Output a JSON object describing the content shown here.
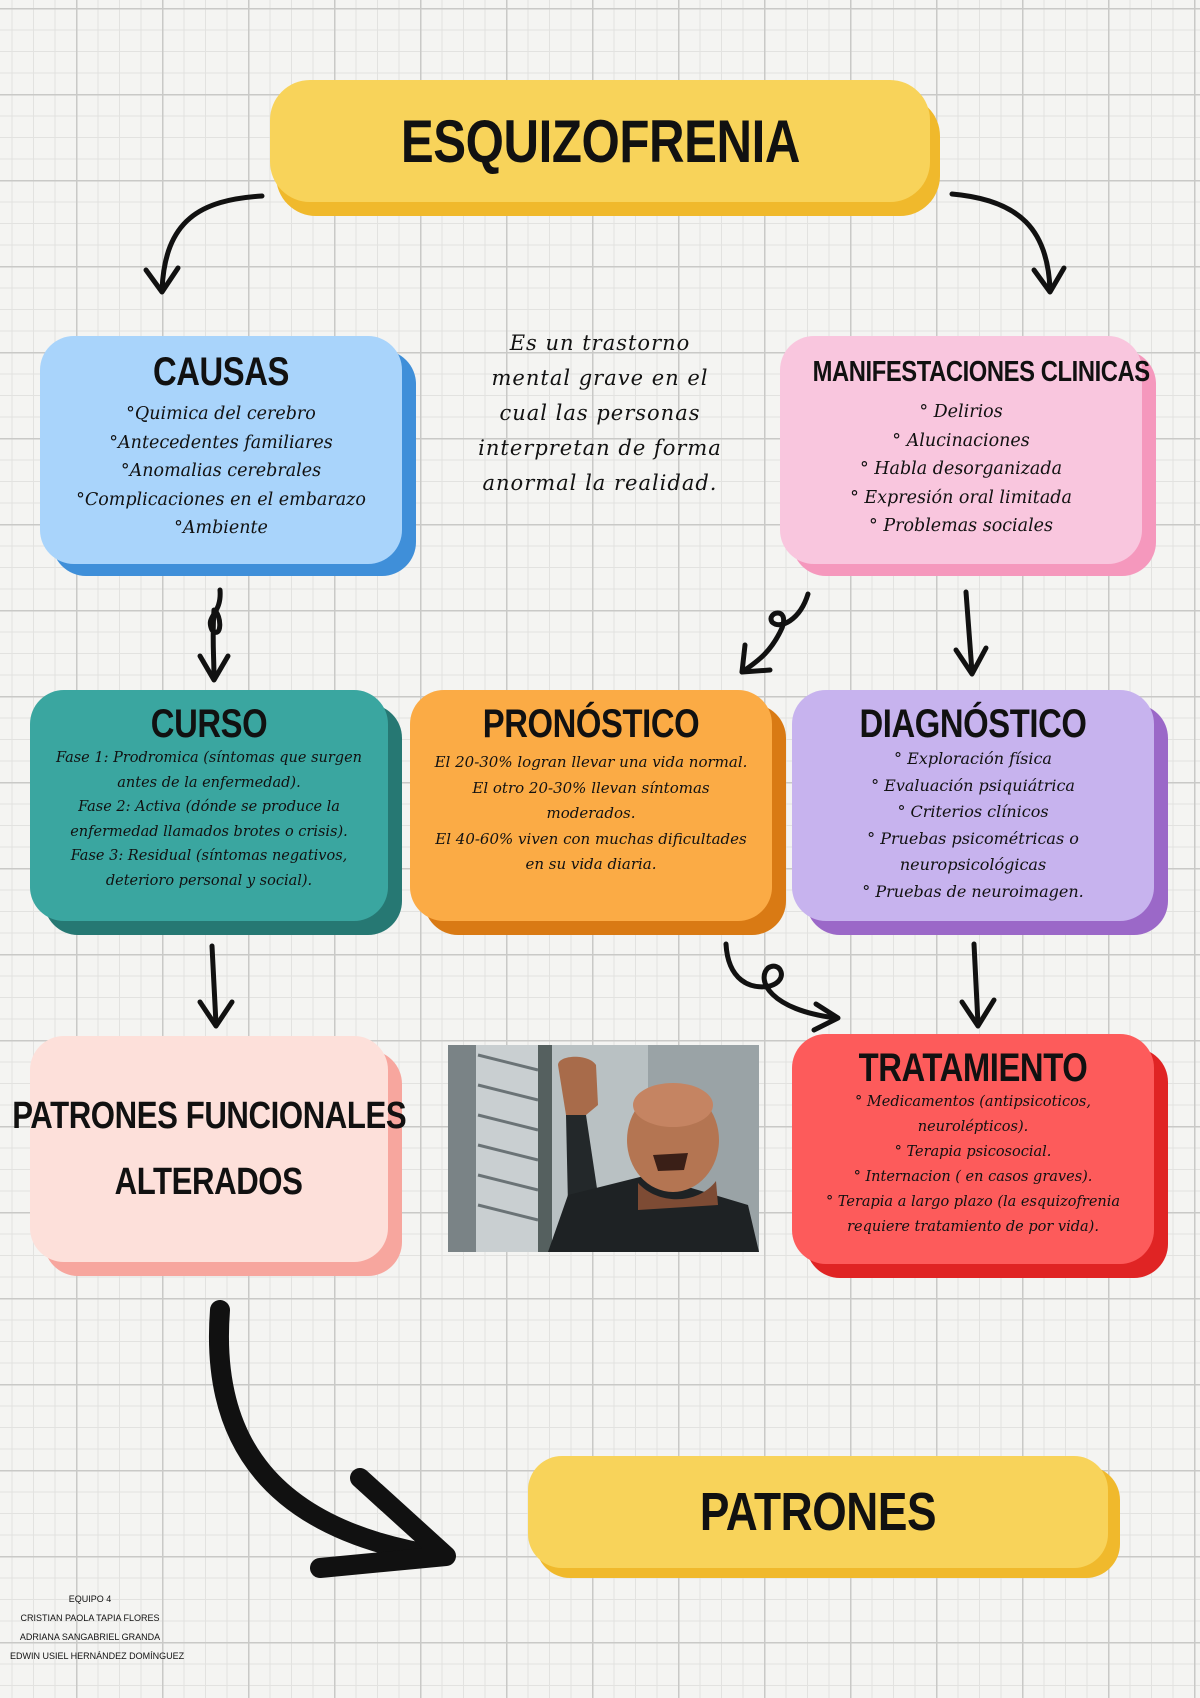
{
  "title": "ESQUIZOFRENIA",
  "definition": "Es un trastorno mental grave en el cual las personas interpretan de forma anormal la realidad.",
  "causas": {
    "heading": "CAUSAS",
    "items": [
      "°Quimica del cerebro",
      "°Antecedentes familiares",
      "°Anomalias cerebrales",
      "°Complicaciones en el embarazo",
      "°Ambiente"
    ]
  },
  "manifestaciones": {
    "heading": "MANIFESTACIONES CLINICAS",
    "items": [
      "° Delirios",
      "° Alucinaciones",
      "° Habla desorganizada",
      "° Expresión oral limitada",
      "° Problemas sociales"
    ]
  },
  "curso": {
    "heading": "CURSO",
    "items": [
      "Fase 1: Prodromica (síntomas que surgen antes de la enfermedad).",
      "Fase 2: Activa (dónde se produce la enfermedad llamados brotes o crisis).",
      "Fase 3: Residual (síntomas negativos, deterioro personal y social)."
    ]
  },
  "pronostico": {
    "heading": "PRONÓSTICO",
    "items": [
      "El 20-30% logran llevar una vida normal.",
      "El otro 20-30% llevan síntomas moderados.",
      "El 40-60% viven con muchas dificultades en su vida diaria."
    ]
  },
  "diagnostico": {
    "heading": "DIAGNÓSTICO",
    "items": [
      "° Exploración física",
      "° Evaluación psiquiátrica",
      "° Criterios clínicos",
      "° Pruebas psicométricas o neuropsicológicas",
      "° Pruebas de neuroimagen."
    ]
  },
  "patrones_funcionales": {
    "line1": "PATRONES FUNCIONALES",
    "line2": "ALTERADOS"
  },
  "tratamiento": {
    "heading": "TRATAMIENTO",
    "items": [
      "° Medicamentos (antipsicoticos, neurolépticos).",
      "° Terapia psicosocial.",
      "° Internacion ( en casos graves).",
      "° Terapia a largo plazo (la esquizofrenia requiere tratamiento de por vida)."
    ]
  },
  "patrones": "PATRONES",
  "credits": [
    "EQUIPO 4",
    "CRISTIAN PAOLA TAPIA FLORES",
    "ADRIANA SANGABRIEL GRANDA",
    "EDWIN USIEL HERNÁNDEZ DOMÍNGUEZ"
  ],
  "colors": {
    "yellow": "#f8d35a",
    "yellow_shadow": "#f0b92c",
    "blue": "#a9d4fb",
    "blue_shadow": "#3f8fd9",
    "pink": "#f9c6de",
    "pink_shadow": "#f598bd",
    "teal": "#3aa6a0",
    "teal_shadow": "#267873",
    "orange": "#fbab45",
    "orange_shadow": "#d97a14",
    "purple": "#c7b3ee",
    "purple_shadow": "#9b68c8",
    "salmon": "#fde0da",
    "salmon_shadow": "#f7a69e",
    "red": "#fd5b5b",
    "red_shadow": "#e02424"
  },
  "photo_icon": "distressed-man-photo"
}
